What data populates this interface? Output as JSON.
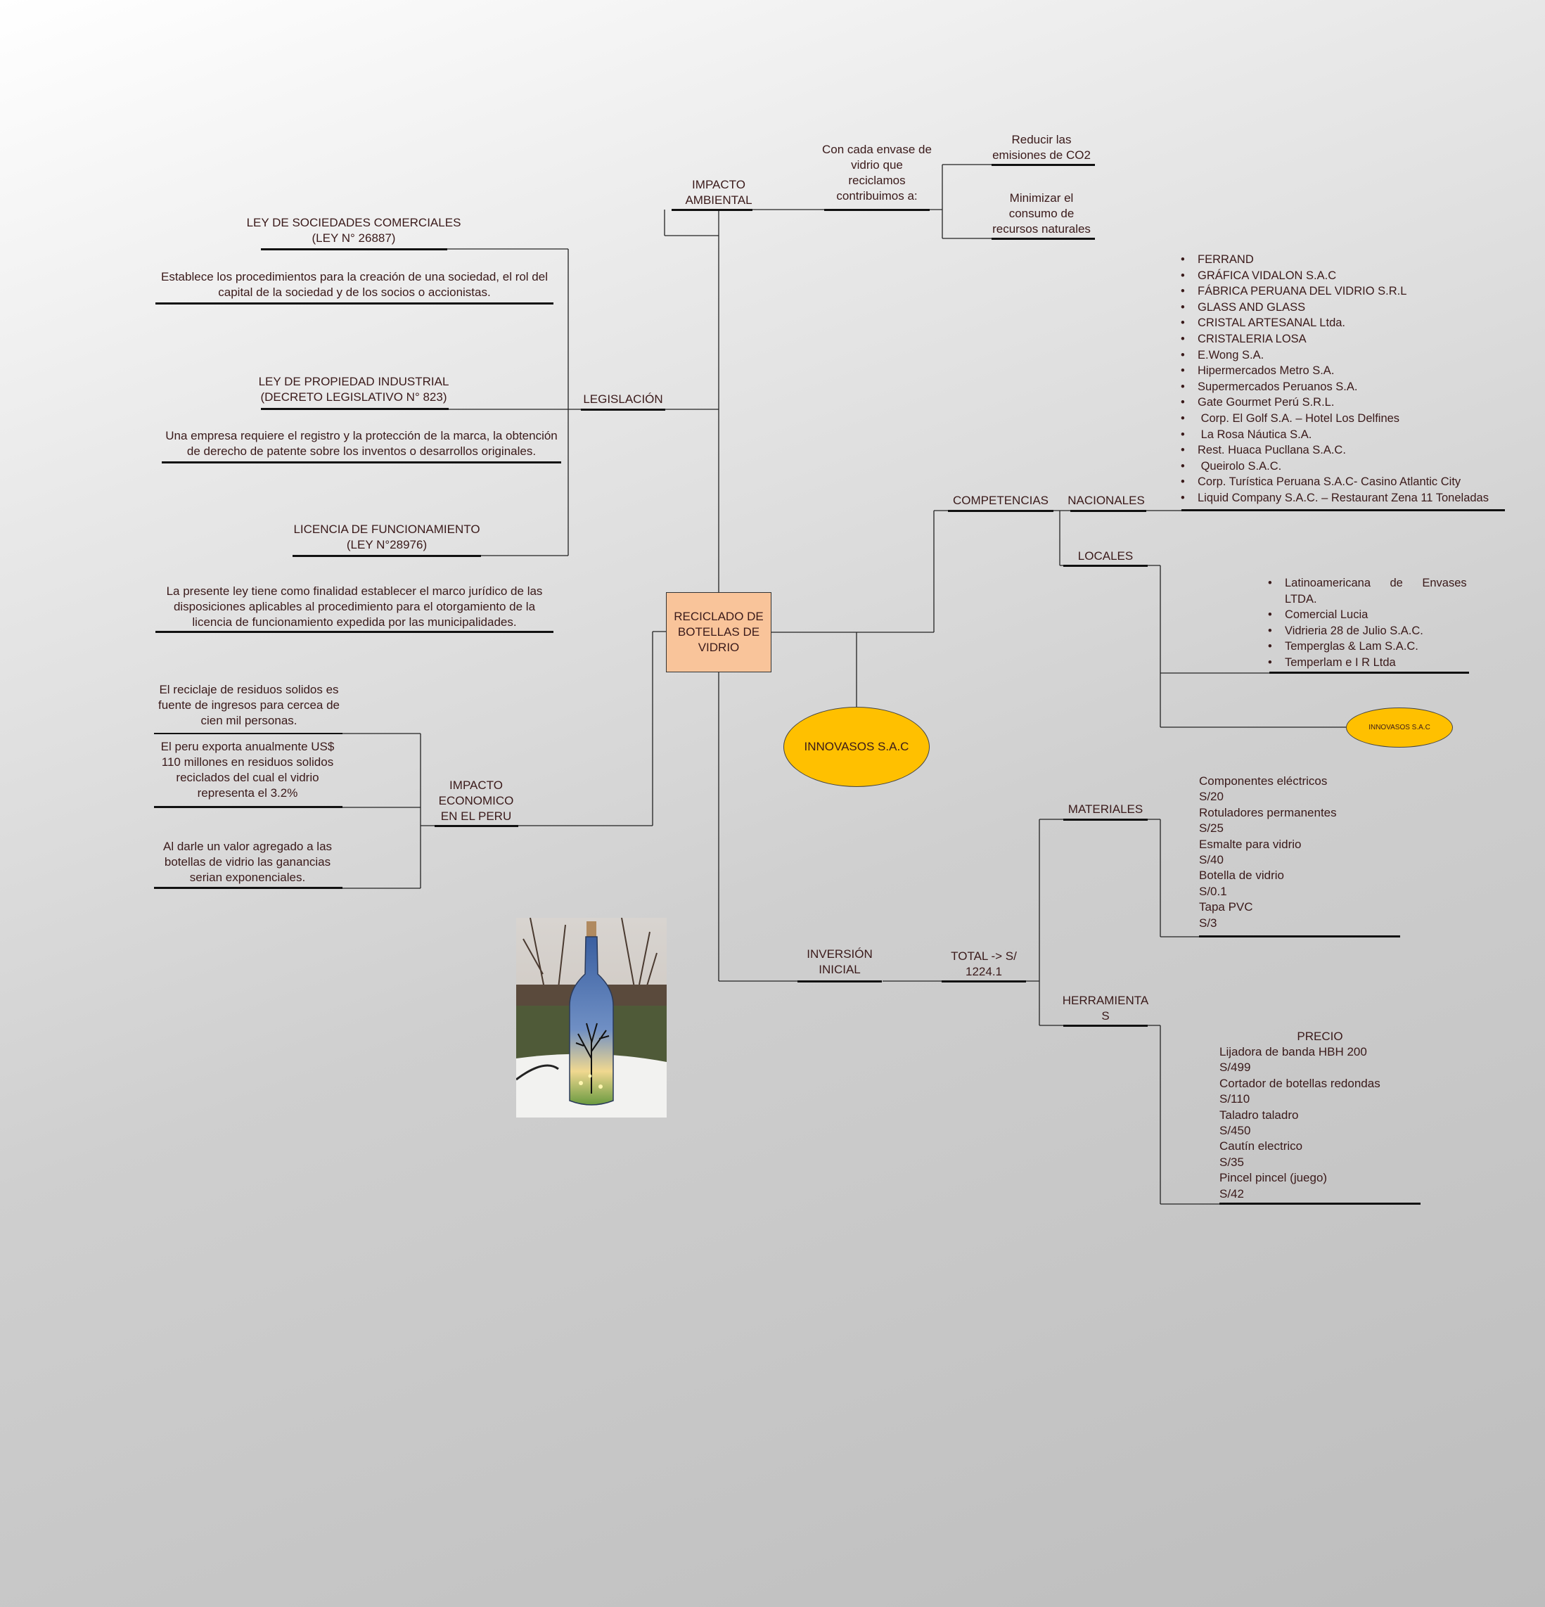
{
  "root": {
    "label": "RECICLADO DE BOTELLAS DE VIDRIO"
  },
  "company": {
    "label": "INNOVASOS S.A.C",
    "small_label": "INNOVASOS S.A.C"
  },
  "impacto_ambiental": {
    "label": "IMPACTO AMBIENTAL",
    "intro": "Con cada envase de vidrio que reciclamos contribuimos a:",
    "items": [
      "Reducir las emisiones de CO2",
      "Minimizar el consumo de recursos naturales"
    ]
  },
  "legislacion": {
    "label": "LEGISLACIÓN",
    "laws": [
      {
        "title1": "LEY DE SOCIEDADES COMERCIALES",
        "title2": "(LEY N° 26887)",
        "desc1": "Establece los procedimientos para la creación de una sociedad, el rol del",
        "desc2": "capital de la sociedad y de los socios o accionistas."
      },
      {
        "title1": "LEY DE PROPIEDAD INDUSTRIAL",
        "title2": "(DECRETO LEGISLATIVO N° 823)",
        "desc1": "Una empresa requiere el registro y la protección de la marca, la obtención",
        "desc2": "de derecho de patente sobre los inventos o desarrollos originales."
      },
      {
        "title1": "LICENCIA DE FUNCIONAMIENTO",
        "title2": "(LEY N°28976)",
        "desc1": "La presente ley tiene como  finalidad establecer  el marco jurídico de las",
        "desc2": "disposiciones  aplicables al procedimiento para el otorgamiento de la",
        "desc3": "licencia de funcionamiento expedida por  las municipalidades."
      }
    ]
  },
  "impacto_economico": {
    "label1": "IMPACTO",
    "label2": "ECONOMICO",
    "label3": "EN EL PERU",
    "items": [
      [
        "El reciclaje de residuos solidos  es",
        "fuente de ingresos  para cercea de",
        "cien mil personas."
      ],
      [
        "El peru exporta anualmente US$",
        "110 millones en residuos solidos",
        "reciclados del cual el vidrio",
        "representa el 3.2%"
      ],
      [
        "Al darle un valor agregado a las",
        "botellas de vidrio las ganancias",
        "serian exponenciales."
      ]
    ]
  },
  "competencias": {
    "label": "COMPETENCIAS",
    "nacionales_label": "NACIONALES",
    "nacionales": [
      "FERRAND",
      "GRÁFICA VIDALON S.A.C",
      "FÁBRICA PERUANA DEL VIDRIO S.R.L",
      "GLASS AND GLASS",
      "CRISTAL ARTESANAL Ltda.",
      "CRISTALERIA LOSA",
      "E.Wong S.A.",
      "Hipermercados Metro S.A.",
      "Supermercados Peruanos S.A.",
      "Gate Gourmet Perú S.R.L.",
      " Corp. El Golf S.A. – Hotel Los Delfines",
      " La Rosa Náutica S.A.",
      "Rest. Huaca Pucllana S.A.C.",
      " Queirolo S.A.C.",
      "Corp. Turística Peruana S.A.C- Casino Atlantic City",
      "Liquid Company S.A.C. – Restaurant Zena 11 Toneladas"
    ],
    "locales_label": "LOCALES",
    "locales_first_a": "Latinoamericana      de      Envases",
    "locales_first_b": "LTDA.",
    "locales": [
      "Comercial Lucia",
      "Vidrieria 28 de Julio S.A.C.",
      "Temperglas & Lam S.A.C.",
      "Temperlam e I R Ltda"
    ]
  },
  "inversion": {
    "label1": "INVERSIÓN",
    "label2": "INICIAL",
    "total1": "TOTAL -> S/",
    "total2": "1224.1",
    "materiales_label": "MATERIALES",
    "materiales": [
      "Componentes eléctricos",
      "S/20",
      "Rotuladores permanentes",
      "S/25",
      "Esmalte para vidrio",
      "S/40",
      "Botella de vidrio",
      "S/0.1",
      "Tapa PVC",
      "S/3"
    ],
    "herramientas_label1": "HERRAMIENTA",
    "herramientas_label2": "S",
    "precio_label": "PRECIO",
    "herramientas": [
      "Lijadora de banda HBH 200",
      "S/499",
      "Cortador de botellas redondas",
      "S/110",
      "Taladro taladro",
      "S/450",
      "Cautín  electrico",
      "S/35",
      "Pincel pincel (juego)",
      "S/42"
    ]
  }
}
